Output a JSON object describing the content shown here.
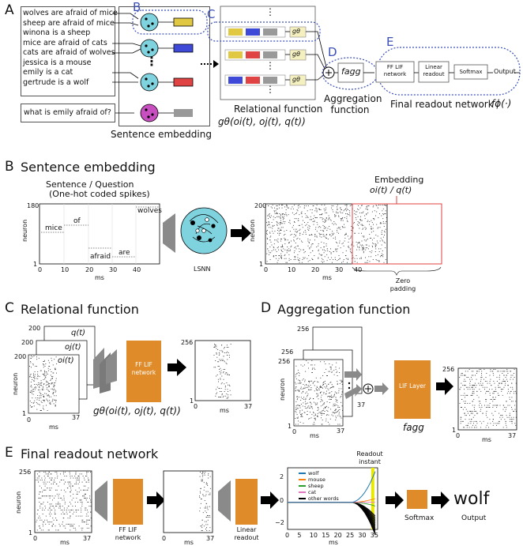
{
  "panelA": {
    "letter": "A",
    "sublabels": {
      "B": "B",
      "C": "C",
      "D": "D",
      "E": "E"
    },
    "sentences": [
      "wolves are afraid of mice",
      "sheep are afraid of mice",
      "winona is a sheep",
      "mice are afraid of cats",
      "cats are afraid of wolves",
      "jessica is a mouse",
      "emily is a cat",
      "gertrude is a wolf"
    ],
    "question": "what is emily afraid of?",
    "sentence_embedding": "Sentence embedding",
    "g_theta": "gθ",
    "relational_function": "Relational function",
    "relational_formula": "gθ(oi(t), oj(t), q(t))",
    "f_agg": "fagg",
    "aggregation_function": "Aggregation function",
    "ff_lif_network": "FF LIF network",
    "linear_readout": "Linear readout",
    "softmax": "Softmax",
    "output": "Output",
    "final_readout_network": "Final readout network",
    "f_phi": "fϕ(·)",
    "ellipsis": "⋮",
    "plus": "+"
  },
  "panelB": {
    "letter": "B",
    "title": "Sentence embedding",
    "input_title": "Sentence / Question",
    "input_subtitle": "(One-hot coded spikes)",
    "words": [
      "mice",
      "of",
      "afraid",
      "are",
      "wolves"
    ],
    "y_ticks": [
      "180",
      "1"
    ],
    "y_label": "neuron",
    "x_ticks": [
      "0",
      "10",
      "20",
      "30",
      "40"
    ],
    "x_label": "ms",
    "lsnn": "LSNN",
    "raster_y_ticks": [
      "200",
      "1"
    ],
    "raster_x_ticks": [
      "0",
      "10",
      "20",
      "30",
      "40"
    ],
    "embedding_label": "Embedding",
    "embedding_formula": "oi(t) / q(t)",
    "zero_padding": "Zero padding"
  },
  "panelC": {
    "letter": "C",
    "title": "Relational function",
    "stack_labels": [
      "q(t)",
      "oj(t)",
      "oi(t)"
    ],
    "y_ticks": [
      "200",
      "200",
      "200",
      "1"
    ],
    "y_label": "neuron",
    "x_ticks": [
      "0",
      "37"
    ],
    "x_label": "ms",
    "ff_lif": "FF LIF network",
    "formula": "gθ(oi(t), oj(t), q(t))",
    "out_y_ticks": [
      "256",
      "1"
    ],
    "out_x_ticks": [
      "0",
      "37"
    ],
    "out_x_label": "ms"
  },
  "panelD": {
    "letter": "D",
    "title": "Aggregation function",
    "y_ticks": [
      "256",
      "256",
      "256",
      "1"
    ],
    "y_label": "neuron",
    "x_ticks": [
      "0",
      "37"
    ],
    "x_label": "ms",
    "x_tick_side": "37",
    "lif_layer": "LIF Layer",
    "f_agg": "fagg",
    "out_y_ticks": [
      "256",
      "1"
    ],
    "out_x_ticks": [
      "0",
      "37"
    ],
    "out_x_label": "ms"
  },
  "panelE": {
    "letter": "E",
    "title": "Final readout network",
    "y_ticks": [
      "256",
      "1"
    ],
    "y_label": "neuron",
    "x_ticks": [
      "0",
      "37"
    ],
    "x_label": "ms",
    "ff_lif": "FF LIF network",
    "linear_readout": "Linear readout",
    "readout_instant": "Readout instant",
    "softmax": "Softmax",
    "output_word": "wolf",
    "output": "Output",
    "chart": {
      "y_ticks": [
        "2",
        "0",
        "−2"
      ],
      "x_ticks": [
        "0",
        "5",
        "10",
        "15",
        "20",
        "25",
        "30",
        "35"
      ],
      "x_label": "ms",
      "legend": [
        {
          "name": "wolf",
          "color": "#1f77b4"
        },
        {
          "name": "mouse",
          "color": "#ff7f0e"
        },
        {
          "name": "sheep",
          "color": "#2ca02c"
        },
        {
          "name": "cat",
          "color": "#e377c2"
        },
        {
          "name": "other words",
          "color": "#000000"
        }
      ],
      "readout_line_color": "#e8e800"
    }
  },
  "colors": {
    "orange": "#e08b2a",
    "cyan": "#7fd3de",
    "magenta": "#c84fc0",
    "yellow": "#e1c842",
    "blue": "#3f49d8",
    "red": "#e04343",
    "gray": "#999999",
    "frame_blue": "#3b4fb8",
    "zero_pad_red": "#e04040"
  }
}
